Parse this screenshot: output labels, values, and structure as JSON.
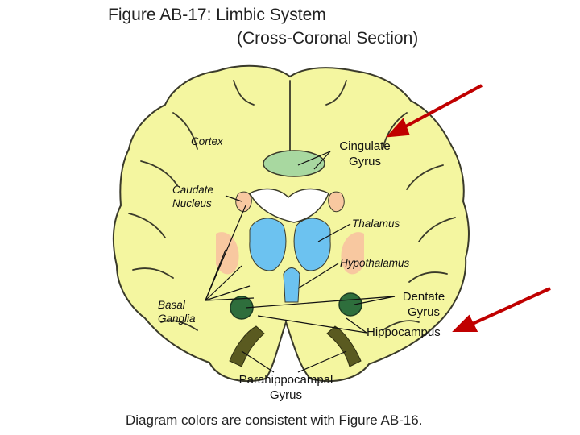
{
  "title": "Figure AB-17: Limbic System",
  "subtitle": "(Cross-Coronal Section)",
  "caption": "Diagram colors are consistent with Figure AB-16.",
  "labels": {
    "cortex": "Cortex",
    "cingulate_1": "Cingulate",
    "cingulate_2": "Gyrus",
    "caudate_1": "Caudate",
    "caudate_2": "Nucleus",
    "thalamus": "Thalamus",
    "hypothalamus": "Hypothalamus",
    "basal_1": "Basal",
    "basal_2": "Ganglia",
    "dentate_1": "Dentate",
    "dentate_2": "Gyrus",
    "hippocampus": "Hippocampus",
    "parahippo_1": "Parahippocampal",
    "parahippo_2": "Gyrus"
  },
  "colors": {
    "cortex_fill": "#f4f6a0",
    "cortex_outline": "#3a3a2a",
    "cingulate": "#a8d8a0",
    "thalamus": "#6cc2f0",
    "basal_ganglia": "#f8c8a0",
    "dentate": "#2e6e3c",
    "parahippocampal": "#5a5a20",
    "arrow": "#c00000"
  }
}
